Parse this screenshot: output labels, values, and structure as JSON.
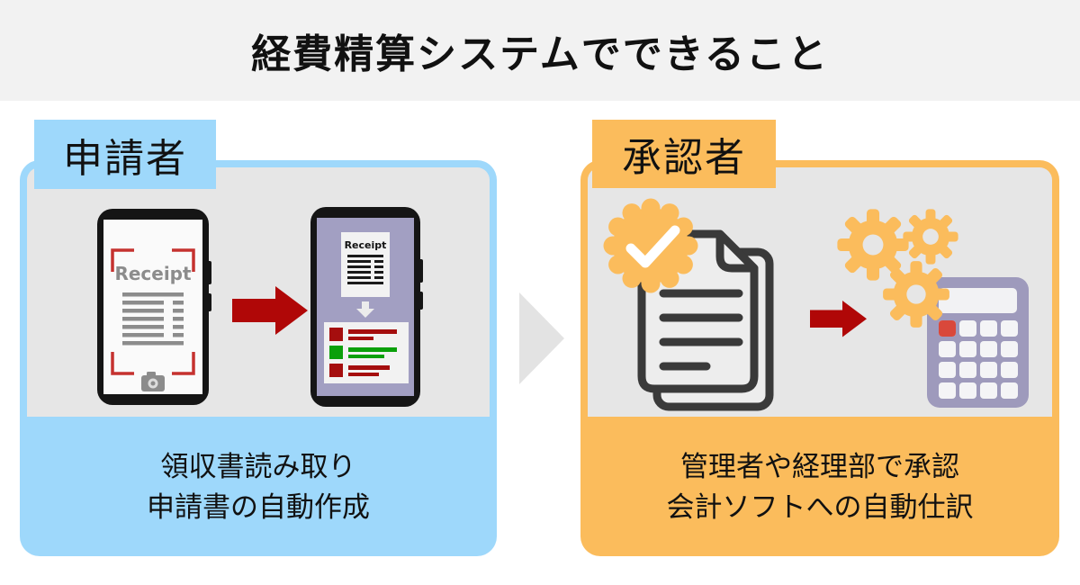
{
  "title": "経費精算システムでできること",
  "colors": {
    "header_bg": "#f2f2f2",
    "panel_blue": "#9ed8fb",
    "panel_orange": "#fbbc5c",
    "inner_gray": "#e6e6e6",
    "connector_gray": "#e3e3e3",
    "arrow_red": "#b00707",
    "ink": "#111111",
    "outline_dark": "#3a3a3a",
    "page_fill": "#ededed",
    "screen_purple": "#a29fc2",
    "phone_black": "#151515",
    "screen_white": "#fafafa",
    "receipt_gray": "#8c8c8c",
    "bracket_red": "#c5322f",
    "form_red": "#a50e0e",
    "form_green": "#0aa00a",
    "card_white": "#f2f2f2",
    "calc_body": "#9e9abc",
    "calc_btn": "#f4f4f6",
    "calc_btn_red": "#d9483b",
    "gear_orange": "#fbbc5c",
    "check_white": "#ffffff"
  },
  "applicant": {
    "badge": "申請者",
    "captions": [
      "領収書読み取り",
      "申請書の自動作成"
    ],
    "scan_phone_label": "Receipt",
    "result_phone_label": "Receipt"
  },
  "approver": {
    "badge": "承認者",
    "captions": [
      "管理者や経理部で承認",
      "会計ソフトへの自動仕訳"
    ]
  }
}
